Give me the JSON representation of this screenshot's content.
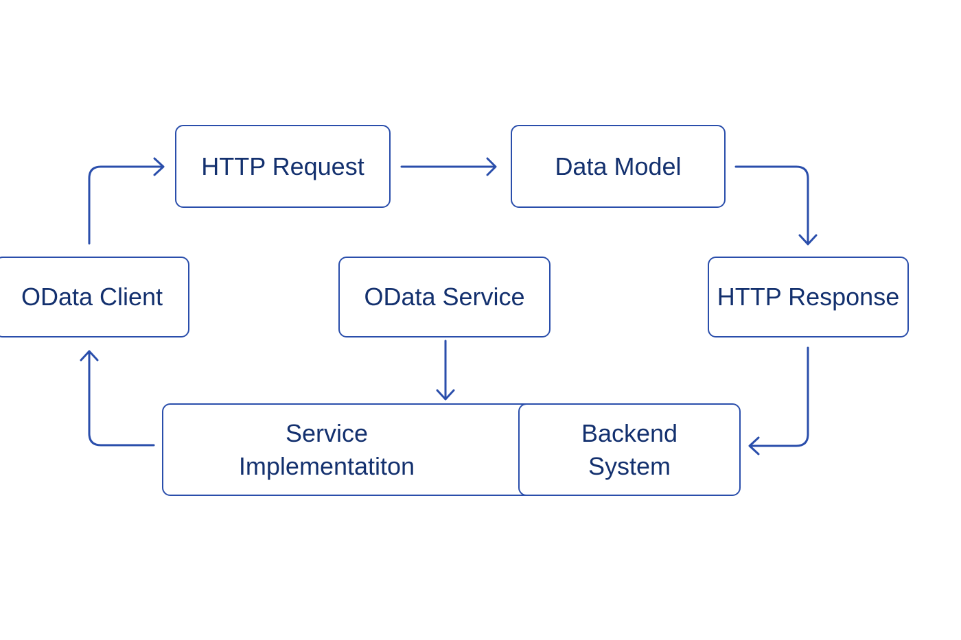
{
  "diagram": {
    "colors": {
      "stroke": "#2a4eab",
      "text": "#13306e",
      "background": "#ffffff"
    },
    "nodes": {
      "http_request": "HTTP Request",
      "data_model": "Data Model",
      "odata_client": "OData Client",
      "odata_service": "OData Service",
      "http_response": "HTTP Response",
      "service_implementation": "Service\nImplementatiton",
      "backend_system": "Backend\nSystem"
    },
    "edges": [
      {
        "from": "odata_client",
        "to": "http_request"
      },
      {
        "from": "http_request",
        "to": "data_model"
      },
      {
        "from": "data_model",
        "to": "http_response"
      },
      {
        "from": "http_response",
        "to": "backend_system"
      },
      {
        "from": "odata_service",
        "to": "service_implementation"
      },
      {
        "from": "service_implementation",
        "to": "odata_client"
      }
    ]
  }
}
